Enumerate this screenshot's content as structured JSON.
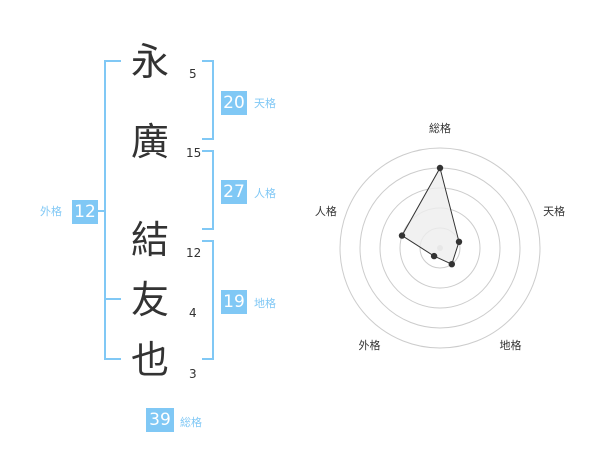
{
  "name": {
    "chars": [
      {
        "char": "永",
        "strokes": "5"
      },
      {
        "char": "廣",
        "strokes": "15"
      },
      {
        "char": "結",
        "strokes": "12"
      },
      {
        "char": "友",
        "strokes": "4"
      },
      {
        "char": "也",
        "strokes": "3"
      }
    ]
  },
  "kakusu": {
    "tenkaku": {
      "value": "20",
      "label": "天格"
    },
    "jinkaku": {
      "value": "27",
      "label": "人格"
    },
    "chikaku": {
      "value": "19",
      "label": "地格"
    },
    "gaikaku": {
      "value": "12",
      "label": "外格"
    },
    "soukaku": {
      "value": "39",
      "label": "総格"
    }
  },
  "colors": {
    "accent": "#80c8f5",
    "text": "#333333",
    "grid": "#cccccc",
    "area_fill": "#eeeeee",
    "point": "#333333"
  },
  "chart_data": {
    "type": "radar",
    "axes": [
      "総格",
      "天格",
      "地格",
      "外格",
      "人格"
    ],
    "values": [
      4,
      1,
      1,
      0.5,
      2
    ],
    "range": [
      0,
      5
    ],
    "rings": 5
  }
}
